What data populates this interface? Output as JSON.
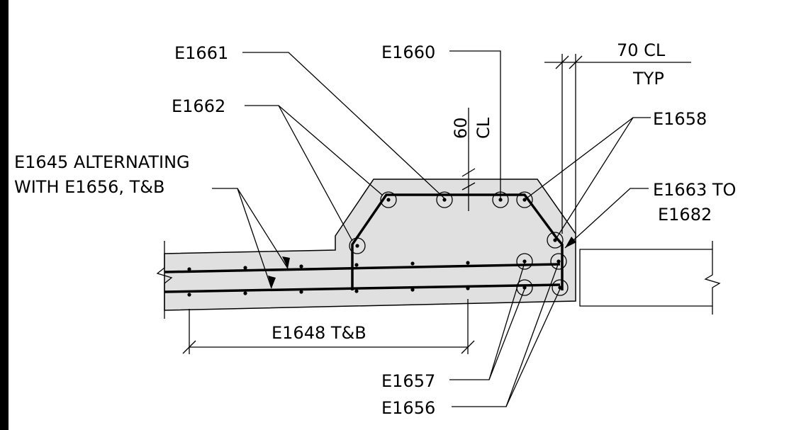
{
  "labels": {
    "e1661": "E1661",
    "e1660": "E1660",
    "e1662": "E1662",
    "e1658": "E1658",
    "e1645_line1": "E1645 ALTERNATING",
    "e1645_line2": "WITH E1656, T&B",
    "e1663_line1": "E1663 TO",
    "e1663_line2": "E1682",
    "e1648": "E1648 T&B",
    "e1657": "E1657",
    "e1656": "E1656"
  },
  "dimensions": {
    "cover_top_value": "60",
    "cover_top_unit": "CL",
    "cover_side_value": "70 CL",
    "cover_side_note": "TYP"
  },
  "colors": {
    "concrete_fill": "#e0e0e0",
    "line": "#000000",
    "left_border": "#000000"
  }
}
